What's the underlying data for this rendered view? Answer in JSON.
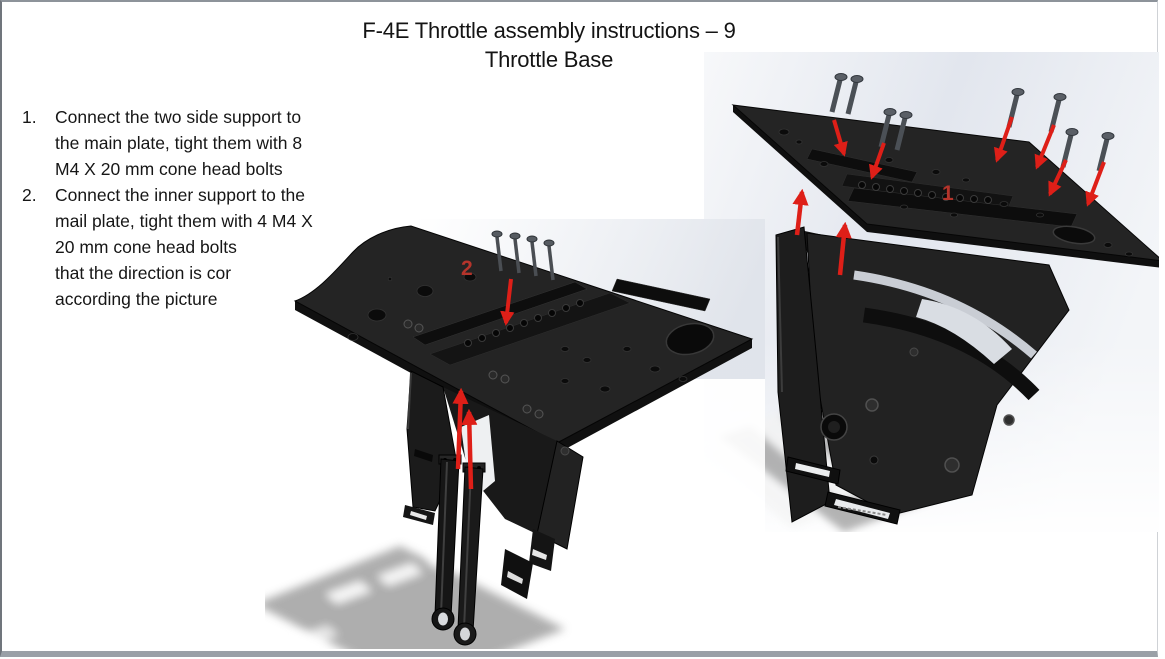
{
  "slide": {
    "title": {
      "line1": "F-4E Throttle assembly instructions – 9",
      "line2": "Throttle Base"
    },
    "instructions": [
      {
        "number": "1.",
        "lines": [
          "Connect the two side support to",
          "the main plate, tight them with 8",
          "M4 X 20 mm cone head bolts"
        ]
      },
      {
        "number": "2.",
        "lines": [
          "Connect the inner support to the",
          "mail plate, tight them with 4 M4 X",
          "20 mm cone head bolts",
          "that the direction is cor",
          "according the picture"
        ]
      }
    ],
    "figures": {
      "exploded_top": {
        "step_label": "1"
      },
      "inner_support": {
        "step_label": "2"
      }
    },
    "colors": {
      "arrow_red": "#de1f18",
      "step_label_red": "#b5342b",
      "part_black": "#1f1f1f",
      "background_gray": "#e3e7ee",
      "shadow_gray": "#9b9b9b"
    }
  }
}
